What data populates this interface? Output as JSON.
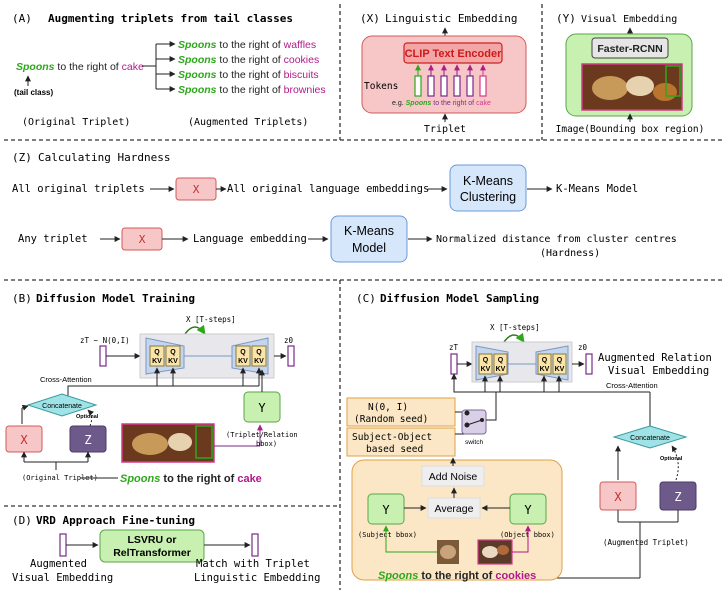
{
  "colors": {
    "x_fill": "#f7c6c6",
    "x_stroke": "#d35b5b",
    "z_fill": "#6e5a8a",
    "y_fill": "#c8f0b0",
    "y_stroke": "#5aa64a",
    "kmeans_fill": "#d6e6fb",
    "kmeans_stroke": "#6a9bd8",
    "noise_fill": "#fbe7c6",
    "noise_stroke": "#e0a243",
    "concat_fill": "#9fe3e6",
    "green_text": "#2da81a",
    "magenta_text": "#b01a8a",
    "unet_fill": "#c4d6ee",
    "qkv_fill": "#fbe4a8",
    "token_pink": "#d43a8a"
  },
  "panel_a": {
    "tag": "(A)",
    "title": "Augmenting triplets from tail classes",
    "subject": "Spoons",
    "relation": " to the right of ",
    "object": "cake",
    "tail_label": "(tail class)",
    "aug": [
      {
        "subject": "Spoons",
        "relation": " to the right of ",
        "object": "waffles"
      },
      {
        "subject": "Spoons",
        "relation": " to the right of ",
        "object": "cookies"
      },
      {
        "subject": "Spoons",
        "relation": " to the right of ",
        "object": "biscuits"
      },
      {
        "subject": "Spoons",
        "relation": " to the right of ",
        "object": "brownies"
      }
    ],
    "caption_left": "(Original Triplet)",
    "caption_right": "(Augmented Triplets)"
  },
  "panel_x": {
    "tag": "(X)",
    "title": "Linguistic Embedding",
    "encoder": "CLIP Text Encoder",
    "tokens_label": "Tokens",
    "eg_prefix": "e.g.",
    "eg_subject": "Spoons",
    "eg_relation": " to the right of ",
    "eg_object": "cake",
    "bottom": "Triplet"
  },
  "panel_y": {
    "tag": "(Y)",
    "title": "Visual Embedding",
    "detector": "Faster-RCNN",
    "bottom": "Image(Bounding box region)"
  },
  "panel_z": {
    "tag": "(Z)",
    "title": "Calculating Hardness",
    "row1_in": "All original triplets",
    "row1_x": "X",
    "row1_mid": "All original language embeddings",
    "row1_km": [
      "K-Means",
      "Clustering"
    ],
    "row1_out": "K-Means Model",
    "row2_in": "Any triplet",
    "row2_x": "X",
    "row2_mid": "Language embedding",
    "row2_km": [
      "K-Means",
      "Model"
    ],
    "row2_out": "Normalized distance from cluster centres",
    "row2_out2": "(Hardness)"
  },
  "panel_b": {
    "tag": "(B)",
    "title": "Diffusion Model Training",
    "steps": "X [T-steps]",
    "zt": "zT ~ N(0,I)",
    "z0": "z0",
    "q": "Q",
    "kv": "KV",
    "cross_attention": "Cross-Attention",
    "concatenate": "Concatenate",
    "optional": "Optional",
    "x": "X",
    "z": "Z",
    "y": "Y",
    "y_caption1": "(Triplet/Relation",
    "y_caption2": "bbox)",
    "orig": "(Original Triplet)",
    "sent_subject": "Spoons",
    "sent_relation": " to the right of ",
    "sent_object": "cake"
  },
  "panel_c": {
    "tag": "(C)",
    "title": "Diffusion Model Sampling",
    "steps": "X [T-steps]",
    "zt": "zT",
    "z0": "z0",
    "q": "Q",
    "kv": "KV",
    "out1": "Augmented Relation",
    "out2": "Visual Embedding",
    "cross_attention": "Cross-Attention",
    "random1": "N(0, I)",
    "random2": "(Random seed)",
    "so1": "Subject-Object",
    "so2": "based seed",
    "switch": "switch",
    "concatenate": "Concatenate",
    "optional": "Optional",
    "x": "X",
    "z": "Z",
    "y": "Y",
    "add_noise": "Add Noise",
    "average": "Average",
    "subj_bbox": "(Subject bbox)",
    "obj_bbox": "(Object bbox)",
    "aug_triplet": "(Augmented Triplet)",
    "sent_subject": "Spoons",
    "sent_relation": " to the right of ",
    "sent_object": "cookies"
  },
  "panel_d": {
    "tag": "(D)",
    "title": "VRD Approach Fine-tuning",
    "model1": "LSVRU or",
    "model2": "RelTransformer",
    "in1": "Augmented",
    "in2": "Visual Embedding",
    "out1": "Match with Triplet",
    "out2": "Linguistic Embedding"
  }
}
